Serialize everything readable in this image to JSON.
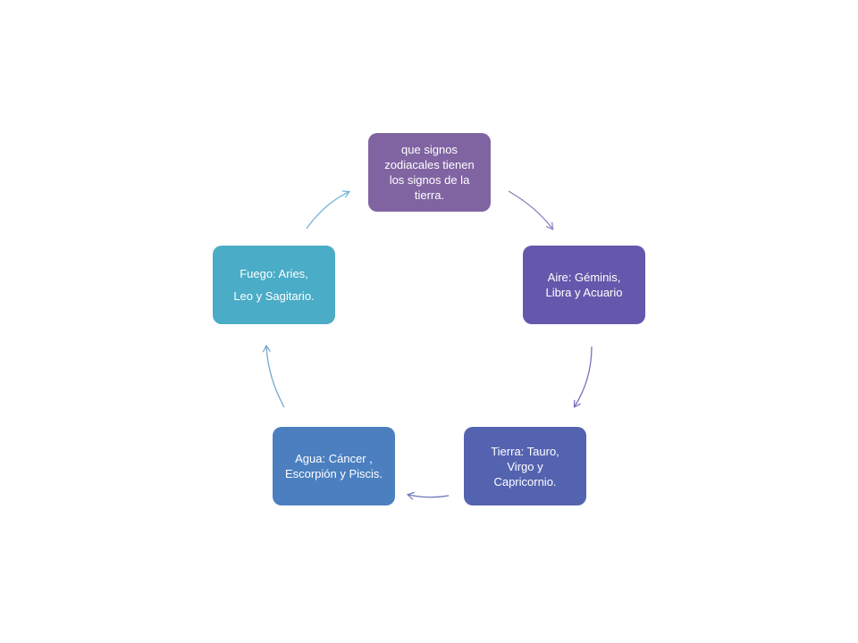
{
  "diagram": {
    "type": "cycle",
    "nodes": [
      {
        "id": "top",
        "lines": [
          "que signos",
          "zodiacales tienen",
          "los signos de la",
          "tierra."
        ],
        "color": "#8064A2"
      },
      {
        "id": "right",
        "lines": [
          "Aire:  Géminis,",
          "Libra y Acuario"
        ],
        "color": "#6558AC"
      },
      {
        "id": "bottom_right",
        "lines": [
          "Tierra: Tauro,",
          "Virgo y",
          "Capricornio."
        ],
        "color": "#5463B0"
      },
      {
        "id": "bottom_left",
        "lines": [
          "Agua: Cáncer ,",
          "Escorpión y Piscis."
        ],
        "color": "#4B7FC0"
      },
      {
        "id": "left",
        "lines": [
          "Fuego: Aries,",
          "Leo y Sagitario."
        ],
        "color": "#4AACC6"
      }
    ],
    "arrow_colors": [
      "#8E7BBE",
      "#7A6FBF",
      "#6F78BE",
      "#72A6CE",
      "#72B4D6"
    ]
  }
}
